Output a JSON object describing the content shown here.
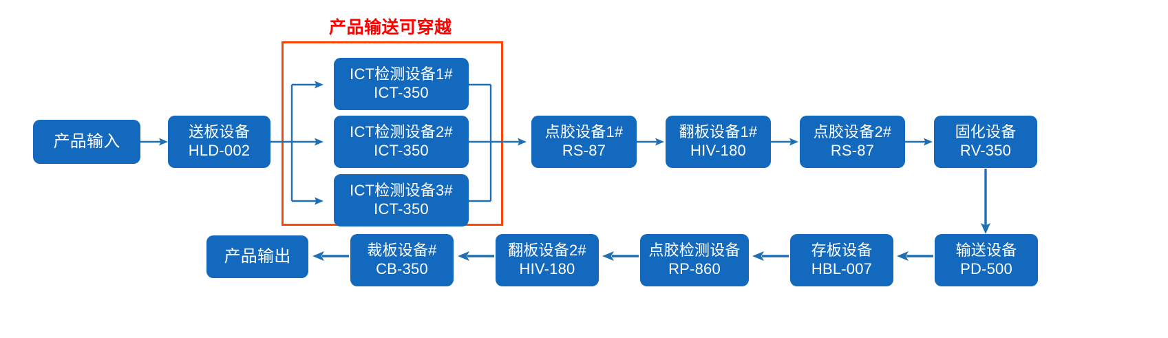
{
  "diagram": {
    "title_annotation": "产品输送可穿越",
    "accent_color": "#1269BE",
    "highlight_color": "#FF4405",
    "annotation_color": "#FF0000",
    "connector_color": "#1F6FB5",
    "type": "process-flow"
  },
  "nodes": {
    "product_input": {
      "line1": "产品输入",
      "line2": ""
    },
    "loader": {
      "line1": "送板设备",
      "line2": "HLD-002"
    },
    "ict1": {
      "line1": "ICT检测设备1#",
      "line2": "ICT-350"
    },
    "ict2": {
      "line1": "ICT检测设备2#",
      "line2": "ICT-350"
    },
    "ict3": {
      "line1": "ICT检测设备3#",
      "line2": "ICT-350"
    },
    "dispense1": {
      "line1": "点胶设备1#",
      "line2": "RS-87"
    },
    "flip1": {
      "line1": "翻板设备1#",
      "line2": "HIV-180"
    },
    "dispense2": {
      "line1": "点胶设备2#",
      "line2": "RS-87"
    },
    "curing": {
      "line1": "固化设备",
      "line2": "RV-350"
    },
    "conveyor": {
      "line1": "输送设备",
      "line2": "PD-500"
    },
    "storage": {
      "line1": "存板设备",
      "line2": "HBL-007"
    },
    "glue_inspect": {
      "line1": "点胶检测设备",
      "line2": "RP-860"
    },
    "flip2": {
      "line1": "翻板设备2#",
      "line2": "HIV-180"
    },
    "router": {
      "line1": "裁板设备#",
      "line2": "CB-350"
    },
    "product_output": {
      "line1": "产品输出",
      "line2": ""
    }
  }
}
